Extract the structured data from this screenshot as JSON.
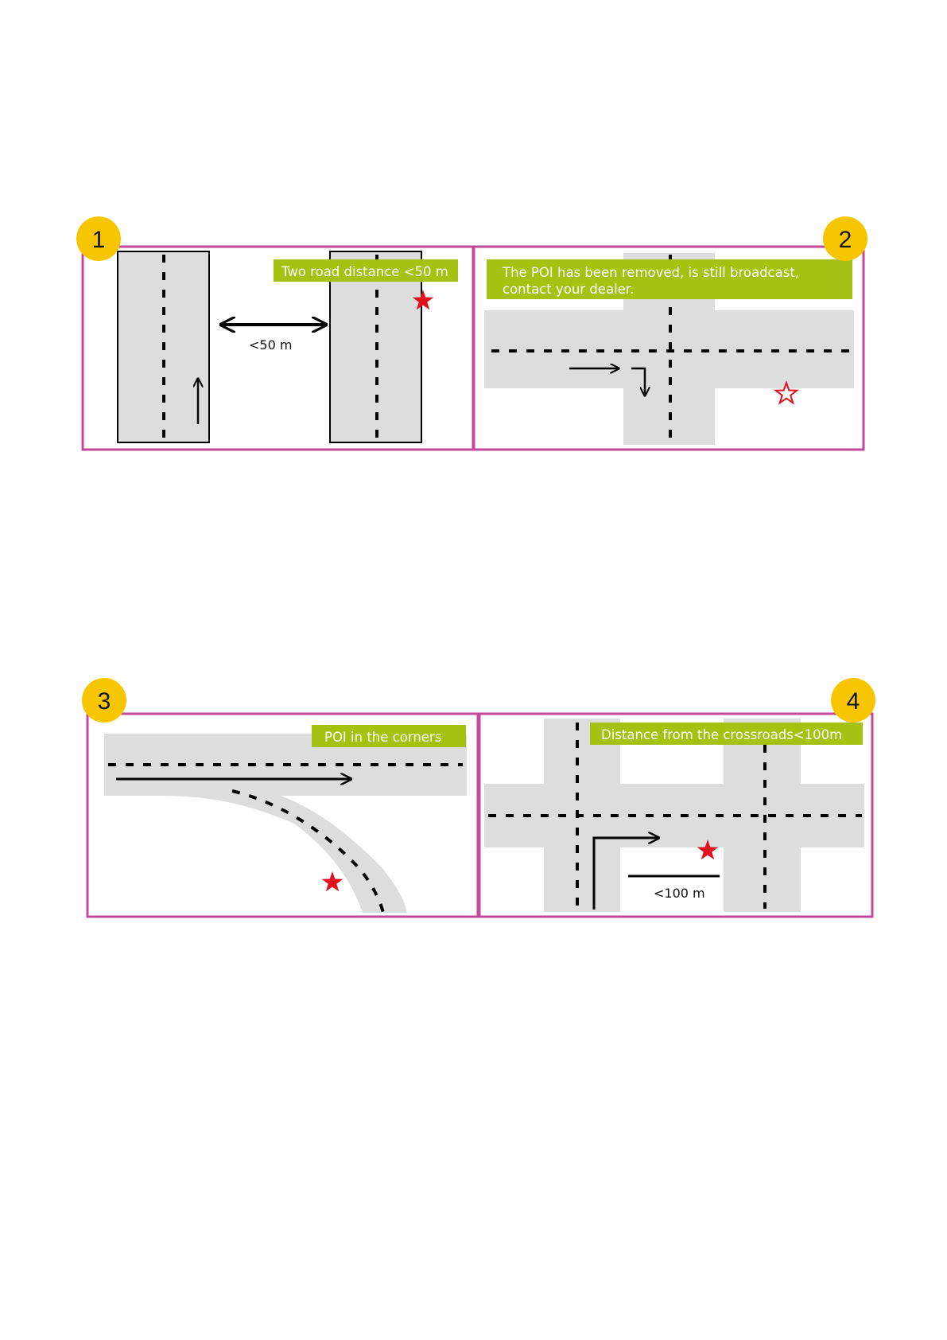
{
  "colors": {
    "panel_border": "#c4489c",
    "road": "#dcdddd",
    "label_bg": "#a3c211",
    "badge": "#f7c600",
    "poi_star": "#e3101e",
    "line": "#000000"
  },
  "panels": [
    {
      "number": "1",
      "label": "Two road distance <50 m",
      "distance_label": "<50 m",
      "poi_icon": "filled-red-star-icon"
    },
    {
      "number": "2",
      "label_lines": [
        "The POI has been removed, is still broadcast,",
        "contact your dealer."
      ],
      "poi_icon": "outline-red-star-icon"
    },
    {
      "number": "3",
      "label": "POI in the corners",
      "poi_icon": "filled-red-star-icon"
    },
    {
      "number": "4",
      "label": "Distance from the crossroads<100m",
      "distance_label": "<100 m",
      "poi_icon": "filled-red-star-icon"
    }
  ]
}
